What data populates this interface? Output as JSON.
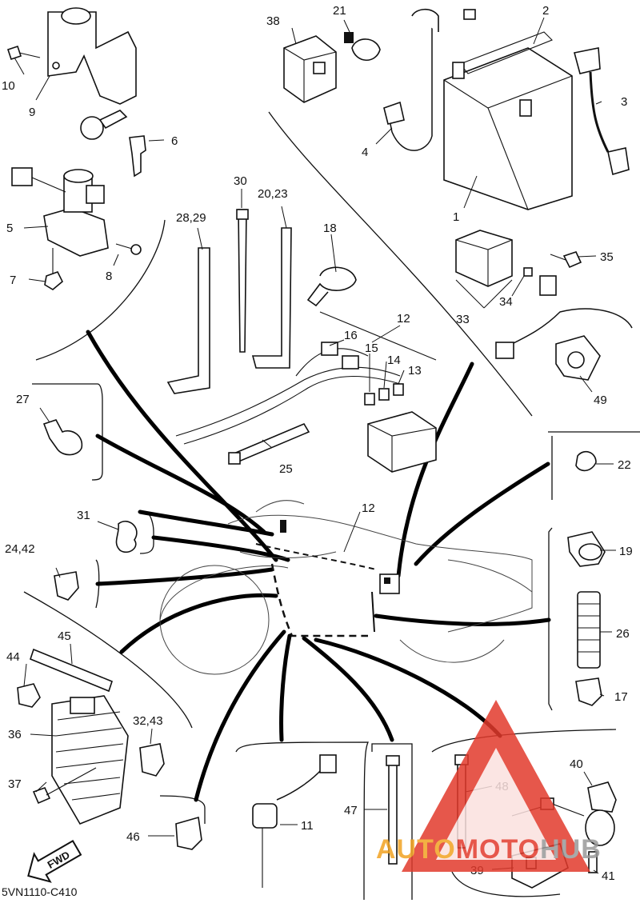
{
  "diagram": {
    "drawing_code": "5VN1110-C410",
    "direction_arrow_label": "FWD",
    "callouts": [
      {
        "id": "c1",
        "label": "1"
      },
      {
        "id": "c2",
        "label": "2"
      },
      {
        "id": "c3",
        "label": "3"
      },
      {
        "id": "c4",
        "label": "4"
      },
      {
        "id": "c5",
        "label": "5"
      },
      {
        "id": "c6",
        "label": "6"
      },
      {
        "id": "c7",
        "label": "7"
      },
      {
        "id": "c8",
        "label": "8"
      },
      {
        "id": "c9",
        "label": "9"
      },
      {
        "id": "c10",
        "label": "10"
      },
      {
        "id": "c11",
        "label": "11"
      },
      {
        "id": "c12a",
        "label": "12"
      },
      {
        "id": "c12b",
        "label": "12"
      },
      {
        "id": "c13",
        "label": "13"
      },
      {
        "id": "c14",
        "label": "14"
      },
      {
        "id": "c15",
        "label": "15"
      },
      {
        "id": "c16",
        "label": "16"
      },
      {
        "id": "c17",
        "label": "17"
      },
      {
        "id": "c18",
        "label": "18"
      },
      {
        "id": "c19",
        "label": "19"
      },
      {
        "id": "c20_23",
        "label": "20,23"
      },
      {
        "id": "c21",
        "label": "21"
      },
      {
        "id": "c22",
        "label": "22"
      },
      {
        "id": "c24_42",
        "label": "24,42"
      },
      {
        "id": "c25",
        "label": "25"
      },
      {
        "id": "c26",
        "label": "26"
      },
      {
        "id": "c27",
        "label": "27"
      },
      {
        "id": "c28_29",
        "label": "28,29"
      },
      {
        "id": "c30",
        "label": "30"
      },
      {
        "id": "c31",
        "label": "31"
      },
      {
        "id": "c32_43",
        "label": "32,43"
      },
      {
        "id": "c33",
        "label": "33"
      },
      {
        "id": "c34",
        "label": "34"
      },
      {
        "id": "c35",
        "label": "35"
      },
      {
        "id": "c36",
        "label": "36"
      },
      {
        "id": "c37",
        "label": "37"
      },
      {
        "id": "c38",
        "label": "38"
      },
      {
        "id": "c39",
        "label": "39"
      },
      {
        "id": "c40",
        "label": "40"
      },
      {
        "id": "c41",
        "label": "41"
      },
      {
        "id": "c44",
        "label": "44"
      },
      {
        "id": "c45",
        "label": "45"
      },
      {
        "id": "c46",
        "label": "46"
      },
      {
        "id": "c47",
        "label": "47"
      },
      {
        "id": "c48",
        "label": "48"
      },
      {
        "id": "c49",
        "label": "49"
      }
    ]
  },
  "watermark": {
    "text_part1": "AUTO",
    "text_part2": "MOTO",
    "text_part3": "HUB",
    "colors": {
      "red": "#e23a2c",
      "orange": "#f2a323",
      "grey": "#9a9a9a"
    }
  }
}
